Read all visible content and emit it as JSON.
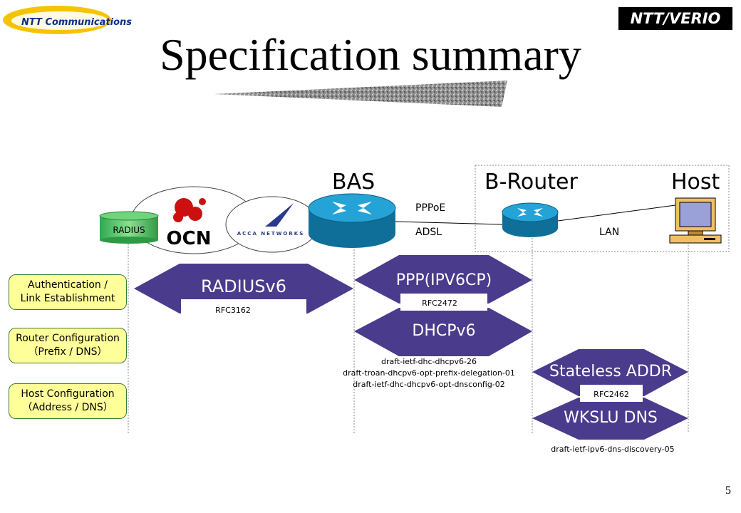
{
  "brand": {
    "left_logo": "NTT Communications",
    "right_logo": "NTT/VERIO"
  },
  "title": "Specification summary",
  "nodes": {
    "bas": "BAS",
    "b_router": "B-Router",
    "host": "Host"
  },
  "isp": {
    "radius_label": "RADIUS",
    "ocn_logo": "OCN",
    "acca_logo": "ACCA NETWORKS"
  },
  "links": {
    "pppoe": "PPPoE",
    "adsl": "ADSL",
    "lan": "LAN"
  },
  "phases": [
    {
      "line1": "Authentication /",
      "line2": "Link Establishment"
    },
    {
      "line1": "Router Configuration",
      "line2": "（Prefix / DNS）"
    },
    {
      "line1": "Host Configuration",
      "line2": "（Address / DNS）"
    }
  ],
  "protocols": {
    "radiusv6": {
      "label": "RADIUSv6",
      "ref": "RFC3162"
    },
    "ppp": {
      "label": "PPP(IPV6CP)",
      "ref": "RFC2472"
    },
    "dhcpv6": {
      "label": "DHCPv6",
      "refs": [
        "draft-ietf-dhc-dhcpv6-26",
        "draft-troan-dhcpv6-opt-prefix-delegation-01",
        "draft-ietf-dhc-dhcpv6-opt-dnsconfig-02"
      ]
    },
    "stateless": {
      "label": "Stateless ADDR",
      "ref": "RFC2462"
    },
    "wkslu": {
      "label": "WKSLU DNS",
      "ref": "draft-ietf-ipv6-dns-discovery-05"
    }
  },
  "colors": {
    "arrow": "#4a3b8c",
    "router": "#1a8fc0",
    "phase_box": "#ffff99",
    "brand_yellow": "#f5c400",
    "brand_blue": "#0a2f8a",
    "ocn_red": "#cc1010"
  },
  "page_number": "5"
}
